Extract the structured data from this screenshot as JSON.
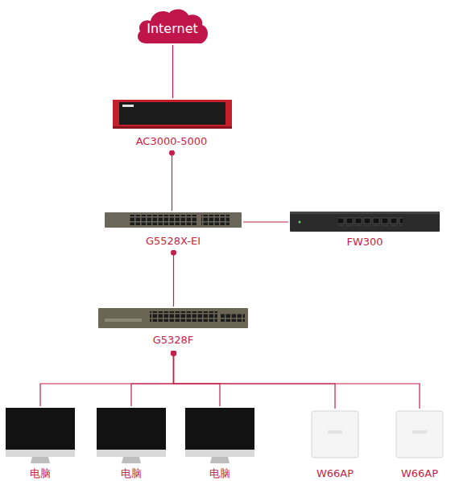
{
  "diagram": {
    "nodes": [
      {
        "text": [
          "Internet"
        ]
      },
      {
        "text": [
          "AC3000-5000"
        ]
      },
      {
        "text": [
          "G5528X-EI"
        ]
      },
      {
        "text": [
          "FW300"
        ]
      },
      {
        "text": [
          "G5328F"
        ]
      },
      {
        "text": [
          "电脑"
        ]
      },
      {
        "text": [
          "电脑"
        ]
      },
      {
        "text": [
          "电脑"
        ]
      },
      {
        "text": [
          "W66AP"
        ]
      },
      {
        "text": [
          "W66AP"
        ]
      }
    ],
    "edges": [
      {
        "from": 0,
        "to": 1,
        "arrow": "none"
      },
      {
        "from": 1,
        "to": 2,
        "arrow": "none"
      },
      {
        "from": 2,
        "to": 3,
        "arrow": "none"
      },
      {
        "from": 2,
        "to": 4,
        "arrow": "none"
      },
      {
        "from": 4,
        "to": 5,
        "arrow": "none"
      },
      {
        "from": 4,
        "to": 6,
        "arrow": "none"
      },
      {
        "from": 4,
        "to": 7,
        "arrow": "none"
      },
      {
        "from": 4,
        "to": 8,
        "arrow": "none"
      },
      {
        "from": 4,
        "to": 9,
        "arrow": "none"
      }
    ]
  }
}
